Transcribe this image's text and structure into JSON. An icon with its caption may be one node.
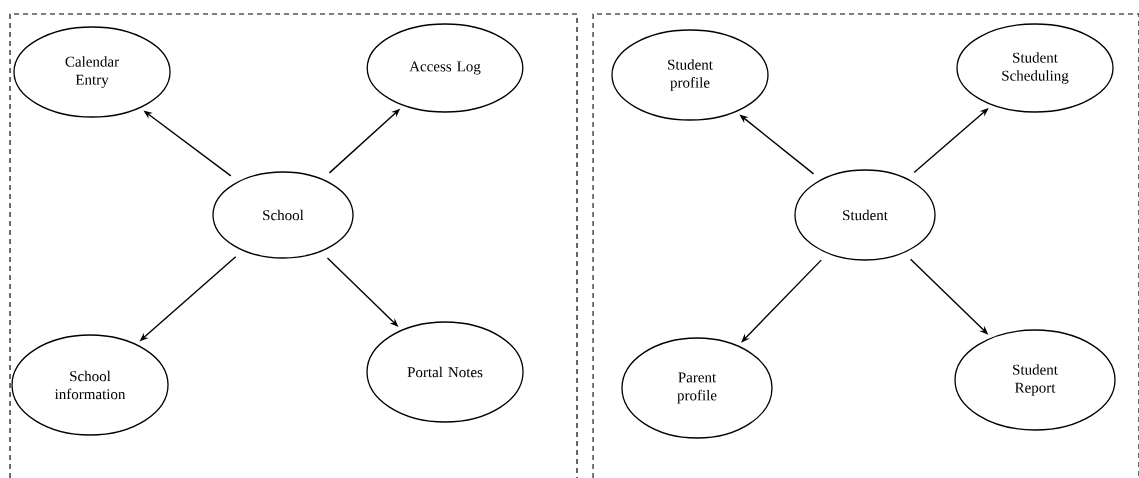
{
  "diagram": {
    "nodes": [
      {
        "text": [],
        "shape": "box"
      },
      {
        "text": [
          "Calendar Entry"
        ],
        "in": 0
      },
      {
        "text": [
          "Access Log"
        ],
        "in": 0
      },
      {
        "text": [
          "School"
        ],
        "in": 0
      },
      {
        "text": [
          "School information"
        ],
        "in": 0
      },
      {
        "text": [
          "Portal Notes"
        ],
        "in": 0
      },
      {
        "text": [],
        "shape": "box"
      },
      {
        "text": [
          "Student profile"
        ],
        "in": 6
      },
      {
        "text": [
          "Student Scheduling"
        ],
        "in": 6
      },
      {
        "text": [
          "Student"
        ],
        "in": 6
      },
      {
        "text": [
          "Parent profile"
        ],
        "in": 6
      },
      {
        "text": [
          "Student Report"
        ],
        "in": 6
      }
    ],
    "edges": [
      {
        "from": 3,
        "to": 1,
        "arrow": "to"
      },
      {
        "from": 3,
        "to": 2,
        "arrow": "to"
      },
      {
        "from": 3,
        "to": 4,
        "arrow": "to"
      },
      {
        "from": 3,
        "to": 5,
        "arrow": "to"
      },
      {
        "from": 9,
        "to": 7,
        "arrow": "to"
      },
      {
        "from": 9,
        "to": 8,
        "arrow": "to"
      },
      {
        "from": 9,
        "to": 10,
        "arrow": "to"
      },
      {
        "from": 9,
        "to": 11,
        "arrow": "to"
      }
    ]
  }
}
